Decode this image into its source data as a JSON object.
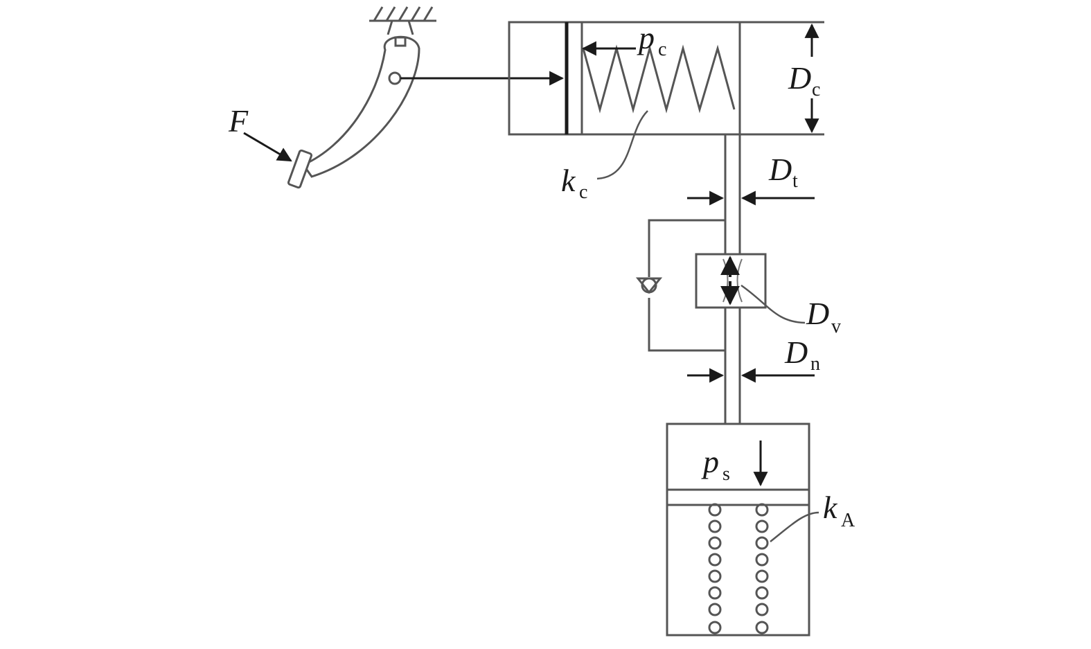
{
  "labels": {
    "force": "F",
    "master_pressure": {
      "main": "p",
      "sub": "c"
    },
    "master_diameter": {
      "main": "D",
      "sub": "c"
    },
    "master_spring": {
      "main": "k",
      "sub": "c"
    },
    "tube_diameter": {
      "main": "D",
      "sub": "t"
    },
    "valve_diameter": {
      "main": "D",
      "sub": "v"
    },
    "nozzle_diameter": {
      "main": "D",
      "sub": "n"
    },
    "slave_pressure": {
      "main": "p",
      "sub": "s"
    },
    "accumulator_spring": {
      "main": "k",
      "sub": "A"
    }
  },
  "colors": {
    "line": "#1a1a1a",
    "outline": "#555555",
    "background": "#ffffff"
  }
}
